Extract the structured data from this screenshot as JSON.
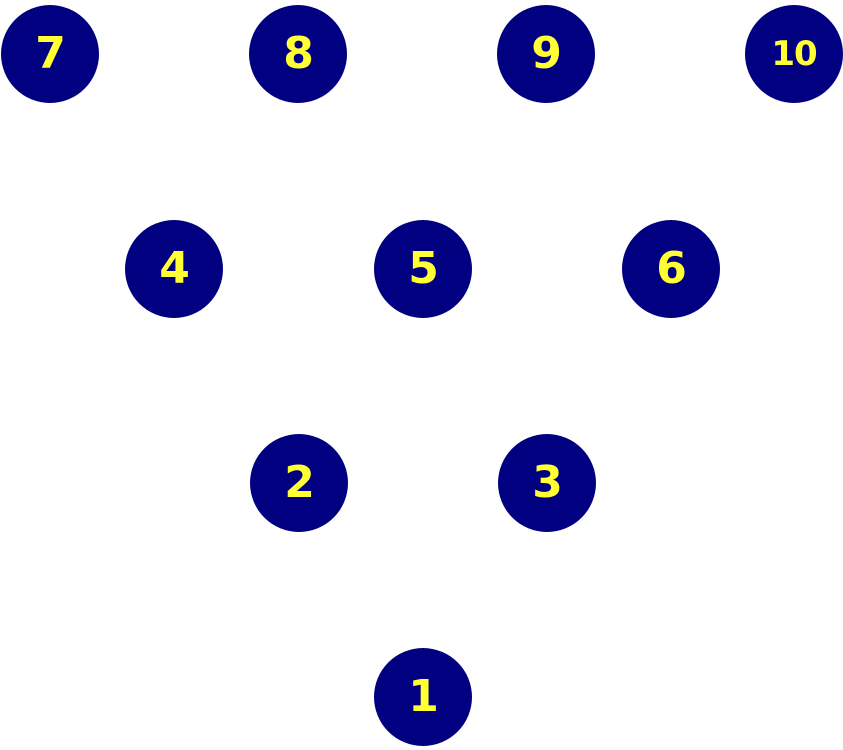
{
  "colors": {
    "pin_fill": "#000080",
    "pin_text": "#ffff33",
    "background": "#ffffff"
  },
  "pins": {
    "p7": "7",
    "p8": "8",
    "p9": "9",
    "p10": "10",
    "p4": "4",
    "p5": "5",
    "p6": "6",
    "p2": "2",
    "p3": "3",
    "p1": "1"
  }
}
